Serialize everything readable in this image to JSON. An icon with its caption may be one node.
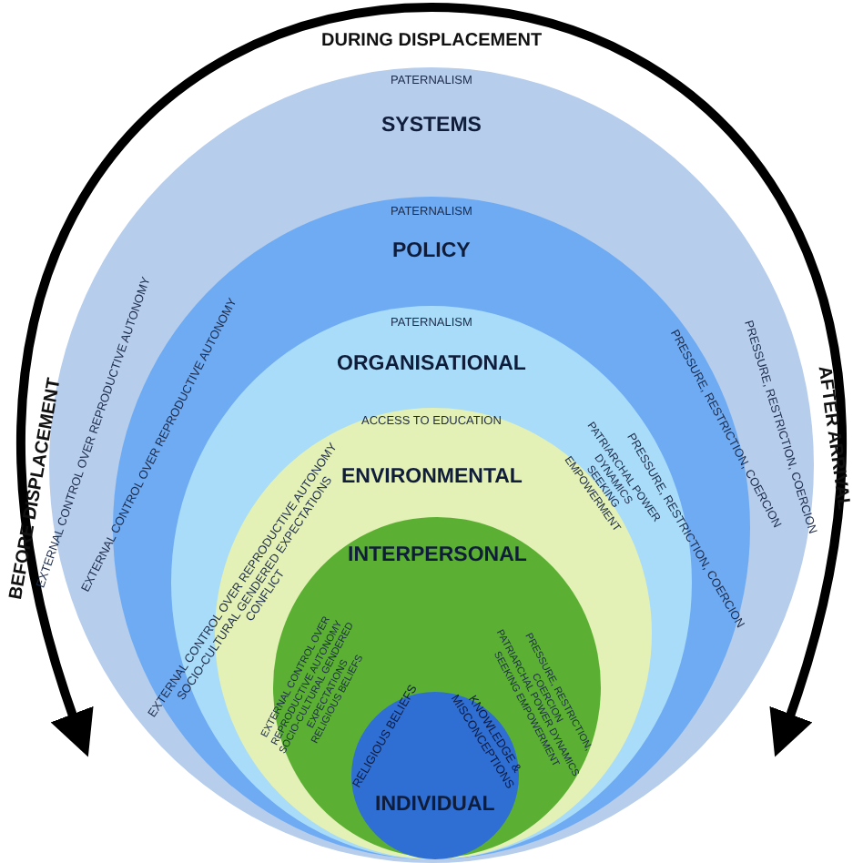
{
  "diagram": {
    "nodes": [
      {
        "text": [
          "PATERNALISM",
          "SYSTEMS",
          "EXTERNAL CONTROL OVER REPRODUCTIVE AUTONOMY",
          "PRESSURE, RESTRICTION, COERCION"
        ]
      },
      {
        "text": [
          "PATERNALISM",
          "POLICY",
          "EXTERNAL CONTROL OVER REPRODUCTIVE AUTONOMY",
          "PRESSURE, RESTRICTION, COERCION"
        ],
        "in": 0
      },
      {
        "text": [
          "PATERNALISM",
          "ORGANISATIONAL",
          "PRESSURE, RESTRICTION, COERCION"
        ],
        "in": 1
      },
      {
        "text": [
          "ACCESS TO EDUCATION",
          "ENVIRONMENTAL",
          "EXTERNAL CONTROL OVER REPRODUCTIVE AUTONOMY",
          "SOCIO-CULTURAL GENDERED EXPECTATIONS",
          "CONFLICT",
          "PATRIARCHAL POWER DYNAMICS",
          "SEEKING EMPOWERMENT"
        ],
        "in": 2
      },
      {
        "text": [
          "INTERPERSONAL",
          "EXTERNAL CONTROL OVER REPRODUCTIVE AUTONOMY",
          "SOCIO-CULTURAL GENDERED EXPECTATIONS",
          "RELIGIOUS BELIEFS",
          "PRESSURE, RESTRICTION, COERCION",
          "PATRIARCHAL POWER DYNAMICS",
          "SEEKING EMPOWERMENT"
        ],
        "in": 3
      },
      {
        "text": [
          "INDIVIDUAL",
          "RELIGIOUS BELIEFS",
          "KNOWLEDGE & MISCONCEPTIONS"
        ],
        "in": 4
      }
    ],
    "labels": [
      "DURING DISPLACEMENT",
      "BEFORE DISPLACEMENT",
      "AFTER ARRIVAL"
    ]
  }
}
